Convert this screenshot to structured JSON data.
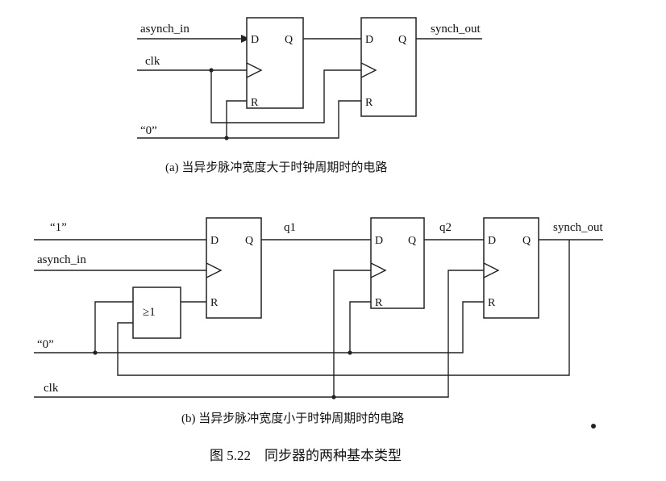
{
  "diagram_a": {
    "signals": {
      "asynch_in": "asynch_in",
      "clk": "clk",
      "zero": "“0”",
      "synch_out": "synch_out"
    },
    "ff_pins": {
      "d": "D",
      "q": "Q",
      "r": "R"
    },
    "caption": "(a) 当异步脉冲宽度大于时钟周期时的电路"
  },
  "diagram_b": {
    "signals": {
      "one": "“1”",
      "asynch_in": "asynch_in",
      "zero": "“0”",
      "clk": "clk",
      "q1": "q1",
      "q2": "q2",
      "synch_out": "synch_out"
    },
    "ff_pins": {
      "d": "D",
      "q": "Q",
      "r": "R"
    },
    "or_gate_label": "≥1",
    "caption": "(b) 当异步脉冲宽度小于时钟周期时的电路"
  },
  "figure_caption": "图 5.22    同步器的两种基本类型"
}
